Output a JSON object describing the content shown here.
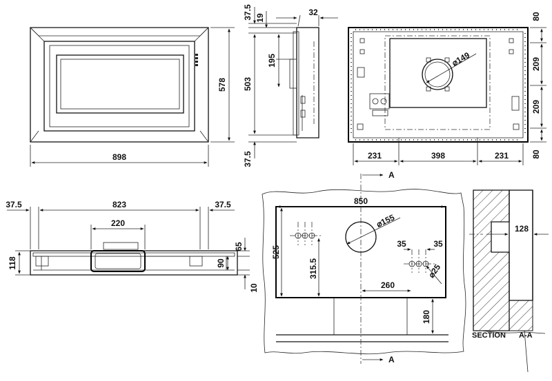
{
  "front_view": {
    "width_label": "898",
    "height_label": "578"
  },
  "side_view": {
    "top_offset": "37.5",
    "top_small": "19",
    "top_depth": "32",
    "upper_height": "195",
    "body_height": "503",
    "bottom_offset": "37.5"
  },
  "rear_view": {
    "outlet_diameter": "⌀149",
    "right_dims": [
      "80",
      "209",
      "209",
      "80"
    ],
    "bottom_dims": [
      "231",
      "398",
      "231"
    ]
  },
  "top_view": {
    "left_offset": "37.5",
    "inner_width": "823",
    "right_offset": "37.5",
    "outlet_width": "220",
    "left_height": "118",
    "dim_65": "65",
    "dim_90": "90",
    "dim_10": "10"
  },
  "wall_plan": {
    "section_mark": "A",
    "section_mark_bottom": "A",
    "width": "850",
    "height": "525",
    "hole_diameter": "⌀155",
    "dim_315": "315.5",
    "dim_260": "260",
    "dim_35_left": "35",
    "dim_35_right": "35",
    "fix_diameter": "⌀25",
    "dim_180": "180"
  },
  "section": {
    "depth": "128",
    "title": "SECTION",
    "mark": "A-A"
  }
}
